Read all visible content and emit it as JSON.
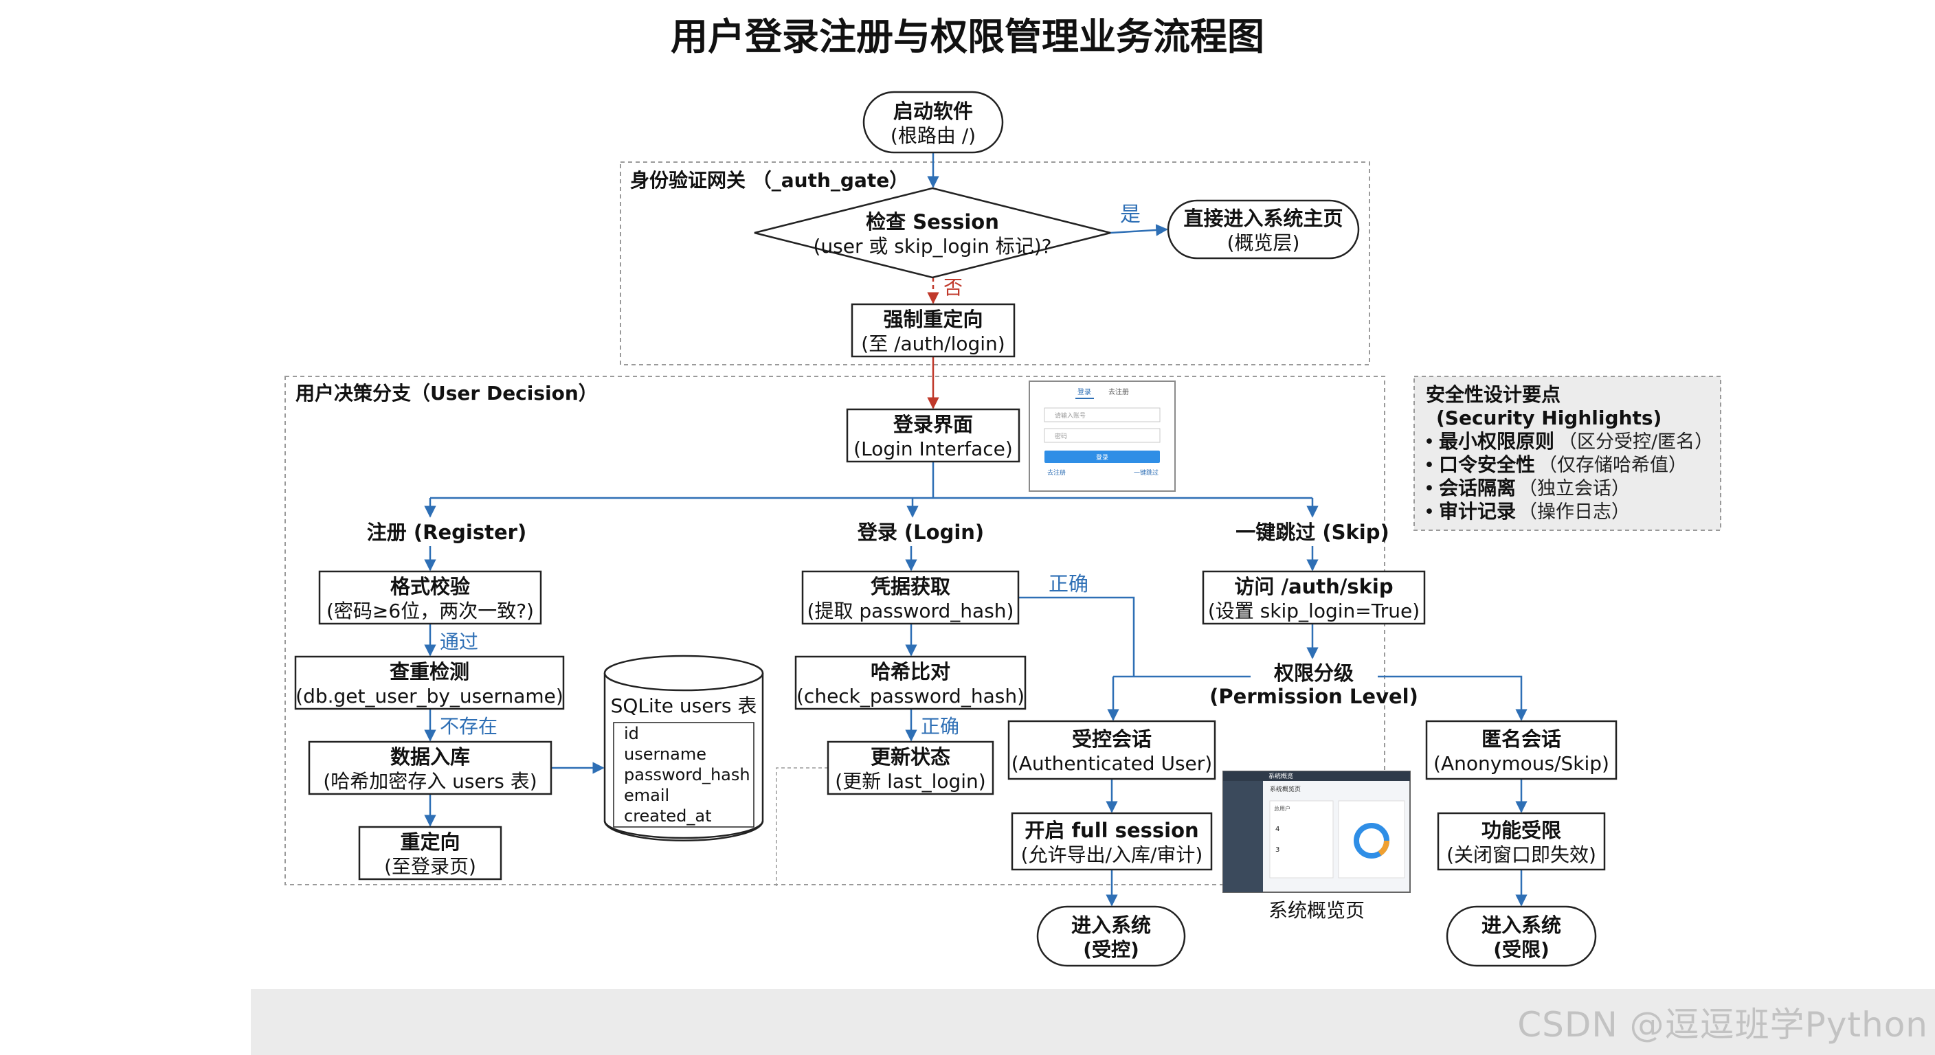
{
  "title": "用户登录注册与权限管理业务流程图",
  "colors": {
    "flow": "#2e6fb5",
    "fail": "#c0392b",
    "border": "#222222",
    "group_border": "#9a9a9a",
    "highlight_bg": "#ececec"
  },
  "groups": {
    "auth_gate": "身份验证网关  （_auth_gate）",
    "user_decision": "用户决策分支（User Decision）"
  },
  "nodes": {
    "start": [
      "启动软件",
      "(根路由 /)"
    ],
    "check_session": [
      "检查 Session",
      "(user 或 skip_login 标记)?"
    ],
    "direct_enter": [
      "直接进入系统主页",
      "(概览层)"
    ],
    "force_redirect": [
      "强制重定向",
      "(至 /auth/login)"
    ],
    "login_interface": [
      "登录界面",
      "(Login Interface)"
    ],
    "register_format": [
      "格式校验",
      "(密码≥6位，两次一致?)"
    ],
    "register_check": [
      "查重检测",
      "(db.get_user_by_username)"
    ],
    "register_save": [
      "数据入库",
      "(哈希加密存入 users 表)"
    ],
    "register_redirect": [
      "重定向",
      "(至登录页)"
    ],
    "login_fetch": [
      "凭据获取",
      "(提取 password_hash)"
    ],
    "login_compare": [
      "哈希比对",
      "(check_password_hash)"
    ],
    "login_update": [
      "更新状态",
      "(更新 last_login)"
    ],
    "skip_visit": [
      "访问 /auth/skip",
      "(设置 skip_login=True)"
    ],
    "controlled_session": [
      "受控会话",
      "(Authenticated User)"
    ],
    "open_full": [
      "开启 full session",
      "(允许导出/入库/审计)"
    ],
    "enter_controlled": [
      "进入系统",
      "(受控)"
    ],
    "anon_session": [
      "匿名会话",
      "(Anonymous/Skip)"
    ],
    "func_limit": [
      "功能受限",
      "(关闭窗口即失效)"
    ],
    "enter_limited": [
      "进入系统",
      "(受限)"
    ]
  },
  "branch_labels": {
    "register": "注册 (Register)",
    "login": "登录 (Login)",
    "skip": "一键跳过 (Skip)",
    "permission": [
      "权限分级",
      "(Permission Level)"
    ]
  },
  "edge_labels": {
    "yes": "是",
    "no": "否",
    "pass": "通过",
    "not_exist": "不存在",
    "correct_1": "正确",
    "correct_2": "正确"
  },
  "database": {
    "title": "SQLite users 表",
    "fields": [
      "id",
      "username",
      "password_hash",
      "email",
      "created_at"
    ]
  },
  "login_mock": {
    "tabs": [
      "登录",
      "去注册"
    ],
    "username_placeholder": "请输入账号",
    "password_placeholder": "密码",
    "button": "登录",
    "link_left": "去注册",
    "link_right": "一键跳过"
  },
  "dashboard_mock": {
    "caption": "系统概览页",
    "window_title": "系统概览",
    "section": "系统概览页",
    "stat_label": "总用户",
    "stat_values": [
      "4",
      "3"
    ]
  },
  "security": {
    "title": "安全性设计要点",
    "subtitle": "(Security Highlights)",
    "items": [
      {
        "bold": "最小权限原则",
        "note": "（区分受控/匿名）"
      },
      {
        "bold": "口令安全性",
        "note": "（仅存储哈希值）"
      },
      {
        "bold": "会话隔离",
        "note": "（独立会话）"
      },
      {
        "bold": "审计记录",
        "note": "（操作日志）"
      }
    ]
  },
  "watermark": "CSDN @逗逗班学Python"
}
